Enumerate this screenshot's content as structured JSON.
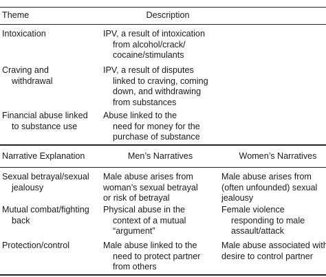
{
  "table1": {
    "headers": {
      "theme": "Theme",
      "description": "Description"
    },
    "rows": [
      {
        "theme": [
          "Intoxication"
        ],
        "description": [
          "IPV, a result of intoxication",
          "from alcohol/crack/",
          "cocaine/stimulants"
        ]
      },
      {
        "theme": [
          "Craving and",
          "withdrawal"
        ],
        "description": [
          "IPV, a result of disputes",
          "linked to craving, coming",
          "down, and withdrawing",
          "from substances"
        ]
      },
      {
        "theme": [
          "Financial abuse linked",
          "to substance use"
        ],
        "description": [
          "Abuse linked to the",
          "need for money for the",
          "purchase of substance"
        ]
      }
    ]
  },
  "table2": {
    "headers": {
      "explanation": "Narrative Explanation",
      "men": "Men’s Narratives",
      "women": "Women’s Narratives"
    },
    "rows": [
      {
        "explanation": [
          "Sexual betrayal/sexual",
          "jealousy"
        ],
        "men": [
          "Male abuse arises from",
          "woman’s sexual betrayal",
          "or risk of betrayal"
        ],
        "women": [
          "Male abuse arises from",
          "(often unfounded) sexual",
          "jealousy"
        ]
      },
      {
        "explanation": [
          "Mutual combat/fighting",
          "back"
        ],
        "men": [
          "Physical abuse in the",
          "context of a mutual",
          "“argument”"
        ],
        "women": [
          "Female violence",
          "responding to male",
          "assault/attack"
        ]
      },
      {
        "explanation": [
          "Protection/control"
        ],
        "men": [
          "Male abuse linked to the",
          "need to protect partner",
          "from others"
        ],
        "women": [
          "Male abuse associated with",
          "desire to control partner"
        ]
      }
    ]
  }
}
